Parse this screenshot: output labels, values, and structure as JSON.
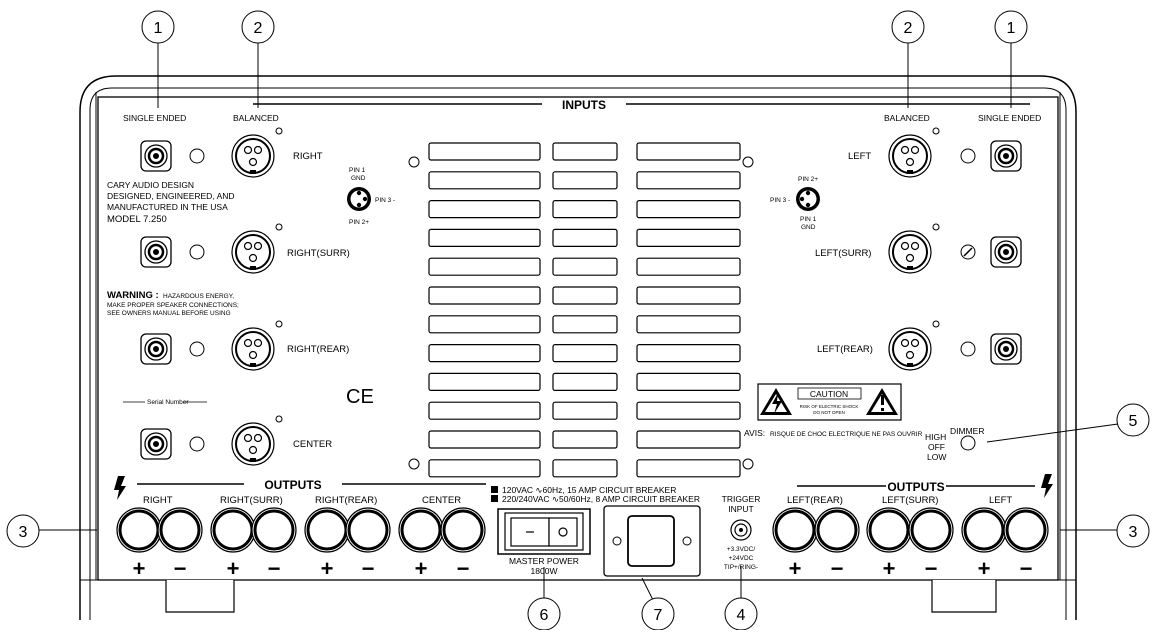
{
  "callouts": {
    "tl1": "1",
    "tl2": "2",
    "tr2": "2",
    "tr1": "1",
    "left3": "3",
    "right3": "3",
    "c5": "5",
    "c6": "6",
    "c7": "7",
    "c4": "4"
  },
  "inputs": {
    "title": "INPUTS",
    "single_ended": "SINGLE ENDED",
    "balanced": "BALANCED",
    "right": "RIGHT",
    "right_surr": "RIGHT(SURR)",
    "right_rear": "RIGHT(REAR)",
    "center": "CENTER",
    "left": "LEFT",
    "left_surr": "LEFT(SURR)",
    "left_rear": "LEFT(REAR)"
  },
  "pinout_left": {
    "pin1": "PIN 1",
    "gnd": "GND",
    "pin3": "PIN 3 -",
    "pin2": "PIN 2+"
  },
  "pinout_right": {
    "pin2": "PIN 2+",
    "pin3": "PIN 3 -",
    "pin1": "PIN 1",
    "gnd": "GND"
  },
  "maker": {
    "line1": "CARY AUDIO DESIGN",
    "line2": "DESIGNED, ENGINEERED, AND",
    "line3": "MANUFACTURED IN THE USA",
    "model": "MODEL 7.250"
  },
  "warning": {
    "head": "WARNING :",
    "line1": "HAZARDOUS ENERGY,",
    "line2": "MAKE PROPER SPEAKER CONNECTIONS;",
    "line3": "SEE OWNERS MANUAL BEFORE USING"
  },
  "ce_mark": "CE",
  "serial": "Serial Number",
  "caution": {
    "title": "CAUTION",
    "line1": "RISK OF ELECTRIC SHOCK",
    "line2": "DO NOT OPEN",
    "avis": "AVIS:",
    "avis_text": "RISQUE DE CHOC ELECTRIQUE NE PAS OUVRIR"
  },
  "dimmer": {
    "label": "DIMMER",
    "high": "HIGH",
    "off": "OFF",
    "low": "LOW"
  },
  "outputs": {
    "title": "OUTPUTS",
    "right": "RIGHT",
    "right_surr": "RIGHT(SURR)",
    "right_rear": "RIGHT(REAR)",
    "center": "CENTER",
    "left_rear": "LEFT(REAR)",
    "left_surr": "LEFT(SURR)",
    "left": "LEFT",
    "plus": "+",
    "minus": "−"
  },
  "power": {
    "line1": "120VAC ∿60Hz, 15 AMP CIRCUIT BREAKER",
    "line2": "220/240VAC ∿50/60Hz, 8 AMP CIRCUIT BREAKER",
    "master": "MASTER POWER",
    "watts": "1800W"
  },
  "trigger": {
    "label1": "TRIGGER",
    "label2": "INPUT",
    "spec1": "+3.3VDC/",
    "spec2": "+24VDC",
    "spec3": "TIP+/RING-"
  },
  "colors": {
    "line": "#000000",
    "panel": "#ffffff",
    "vent": "#ffffff"
  }
}
